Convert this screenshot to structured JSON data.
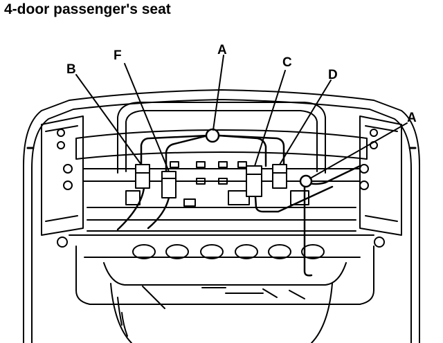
{
  "title": "4-door passenger's seat",
  "callouts": {
    "a_top": "A",
    "a_right": "A",
    "b": "B",
    "c": "C",
    "d": "D",
    "f": "F"
  }
}
